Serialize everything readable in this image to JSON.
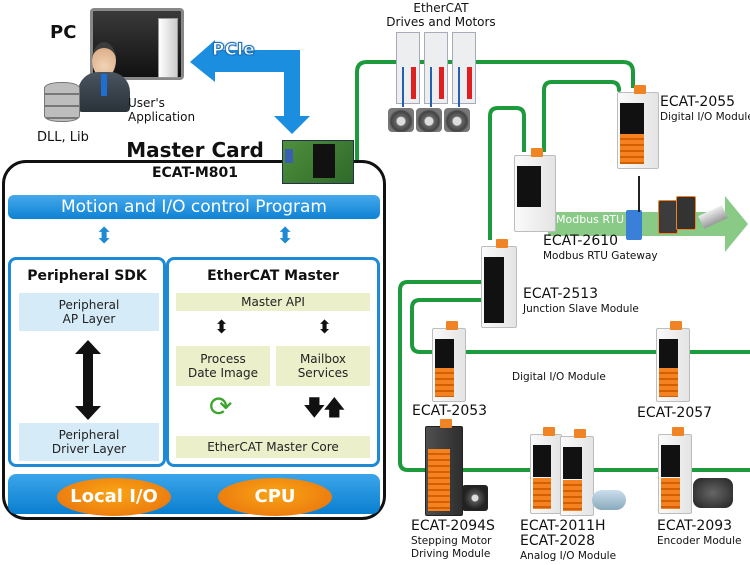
{
  "pc": {
    "title": "PC",
    "user_app_line1": "User's",
    "user_app_line2": "Application",
    "dll_label": "DLL, Lib",
    "bus_label": "PCIe"
  },
  "master_card": {
    "title": "Master Card",
    "model": "ECAT-M801",
    "program_bar": "Motion and I/O control Program",
    "peripheral_sdk": {
      "title": "Peripheral SDK",
      "ap_layer": [
        "Peripheral",
        "AP Layer"
      ],
      "driver_layer": [
        "Peripheral",
        "Driver Layer"
      ]
    },
    "ethercat_master": {
      "title": "EtherCAT Master",
      "master_api": "Master API",
      "process_image": [
        "Process",
        "Date Image"
      ],
      "mailbox": [
        "Mailbox",
        "Services"
      ],
      "core": "EtherCAT Master Core"
    },
    "hardware": [
      "Local I/O",
      "CPU"
    ]
  },
  "network": {
    "drives_title": [
      "EtherCAT",
      "Drives and Motors"
    ],
    "modbus_label": "Modbus RTU",
    "devices": [
      {
        "model": "ECAT-2055",
        "desc": "Digital I/O Module"
      },
      {
        "model": "ECAT-2610",
        "desc": "Modbus RTU Gateway"
      },
      {
        "model": "ECAT-2513",
        "desc": "Junction Slave Module"
      },
      {
        "model": "ECAT-2053",
        "desc": ""
      },
      {
        "model": "ECAT-2057",
        "desc": ""
      },
      {
        "model": "ECAT-2094S",
        "desc": "Stepping Motor",
        "desc2": "Driving Module"
      },
      {
        "model": "ECAT-2011H",
        "model2": "ECAT-2028",
        "desc": "Analog I/O Module"
      },
      {
        "model": "ECAT-2093",
        "desc": "Encoder Module"
      }
    ],
    "shared_desc_2053_2057": "Digital I/O Module"
  },
  "colors": {
    "wire_green": "#1d9a3c",
    "accent_blue": "#1e8ad6",
    "orange": "#f08424"
  }
}
